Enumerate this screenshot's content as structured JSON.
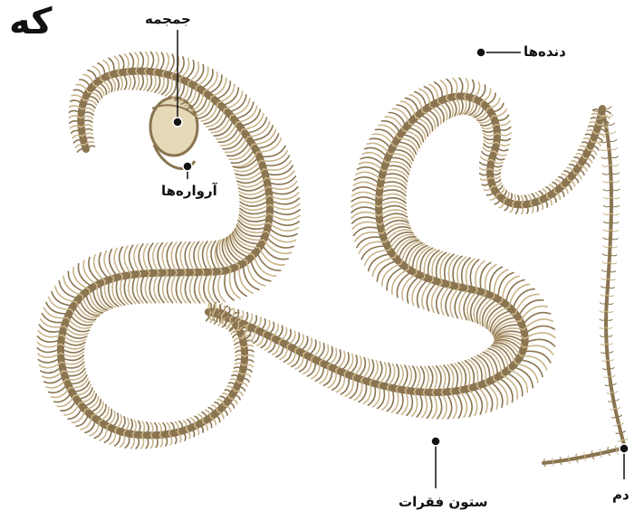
{
  "corner_label": "که",
  "labels": {
    "skull": "جمجمه",
    "jaws": "آرواره‌ها",
    "ribs": "دنده‌ها",
    "spine": "ستون فقرات",
    "tail": "دم"
  },
  "colors": {
    "bone": "#c9b48a",
    "bone_dark": "#8a7550",
    "bone_light": "#e6d9b8",
    "marker": "#111111",
    "background": "#ffffff"
  }
}
